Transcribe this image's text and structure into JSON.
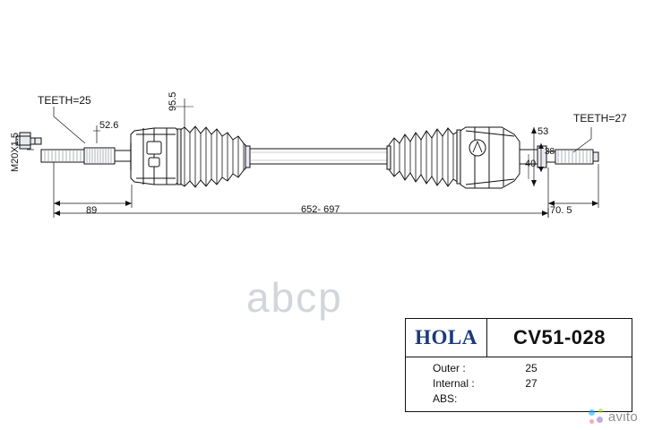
{
  "diagram": {
    "title_hidden": "",
    "labels": {
      "teeth_left": "TEETH=25",
      "teeth_right": "TEETH=27",
      "thread": "M20X1.5",
      "dia_52_6": "52.6",
      "dia_95_5": "95.5",
      "dim_89": "89",
      "dim_652_697": "652- 697",
      "dim_53": "53",
      "dim_38": "38",
      "dim_40": "40",
      "dim_70_5": "70. 5"
    },
    "watermark": "abcp"
  },
  "info_box": {
    "brand": "HOLA",
    "part_number": "CV51-028",
    "specs": [
      {
        "label": "Outer :",
        "value": "25"
      },
      {
        "label": "Internal :",
        "value": "27"
      },
      {
        "label": "ABS:",
        "value": ""
      }
    ]
  },
  "footer": {
    "marketplace": "avito"
  },
  "colors": {
    "brand": "#1b3a7a",
    "line": "#111111",
    "watermark": "#d2d5dc"
  }
}
